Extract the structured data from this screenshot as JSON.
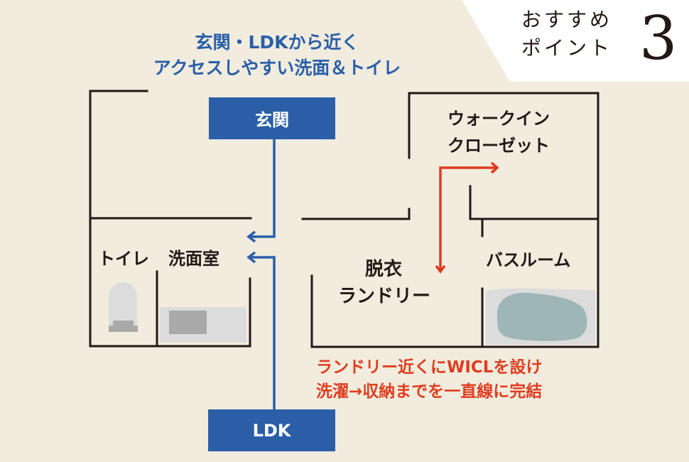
{
  "banner": {
    "line1": "おすすめ",
    "line2": "ポイント",
    "number": "3"
  },
  "headline": {
    "line1": "玄関・LDKから近く",
    "line2": "アクセスしやすい洗面＆トイレ"
  },
  "nodes": {
    "entrance": "玄関",
    "ldk": "LDK"
  },
  "rooms": {
    "toilet": "トイレ",
    "washroom": "洗面室",
    "wic_line1": "ウォークイン",
    "wic_line2": "クローゼット",
    "laundry_line1": "脱衣",
    "laundry_line2": "ランドリー",
    "bathroom": "バスルーム"
  },
  "note": {
    "line1": "ランドリー近くにWICLを設け",
    "line2": "洗濯→収納までを一直線に完結"
  },
  "colors": {
    "background": "#f1ecde",
    "accent_blue": "#2a5fa8",
    "accent_red": "#e03c1f",
    "wall": "#231815",
    "fixture_light": "#dcdcdc",
    "fixture_dark": "#a9a9a9",
    "bathtub": "#9fb6b6"
  }
}
